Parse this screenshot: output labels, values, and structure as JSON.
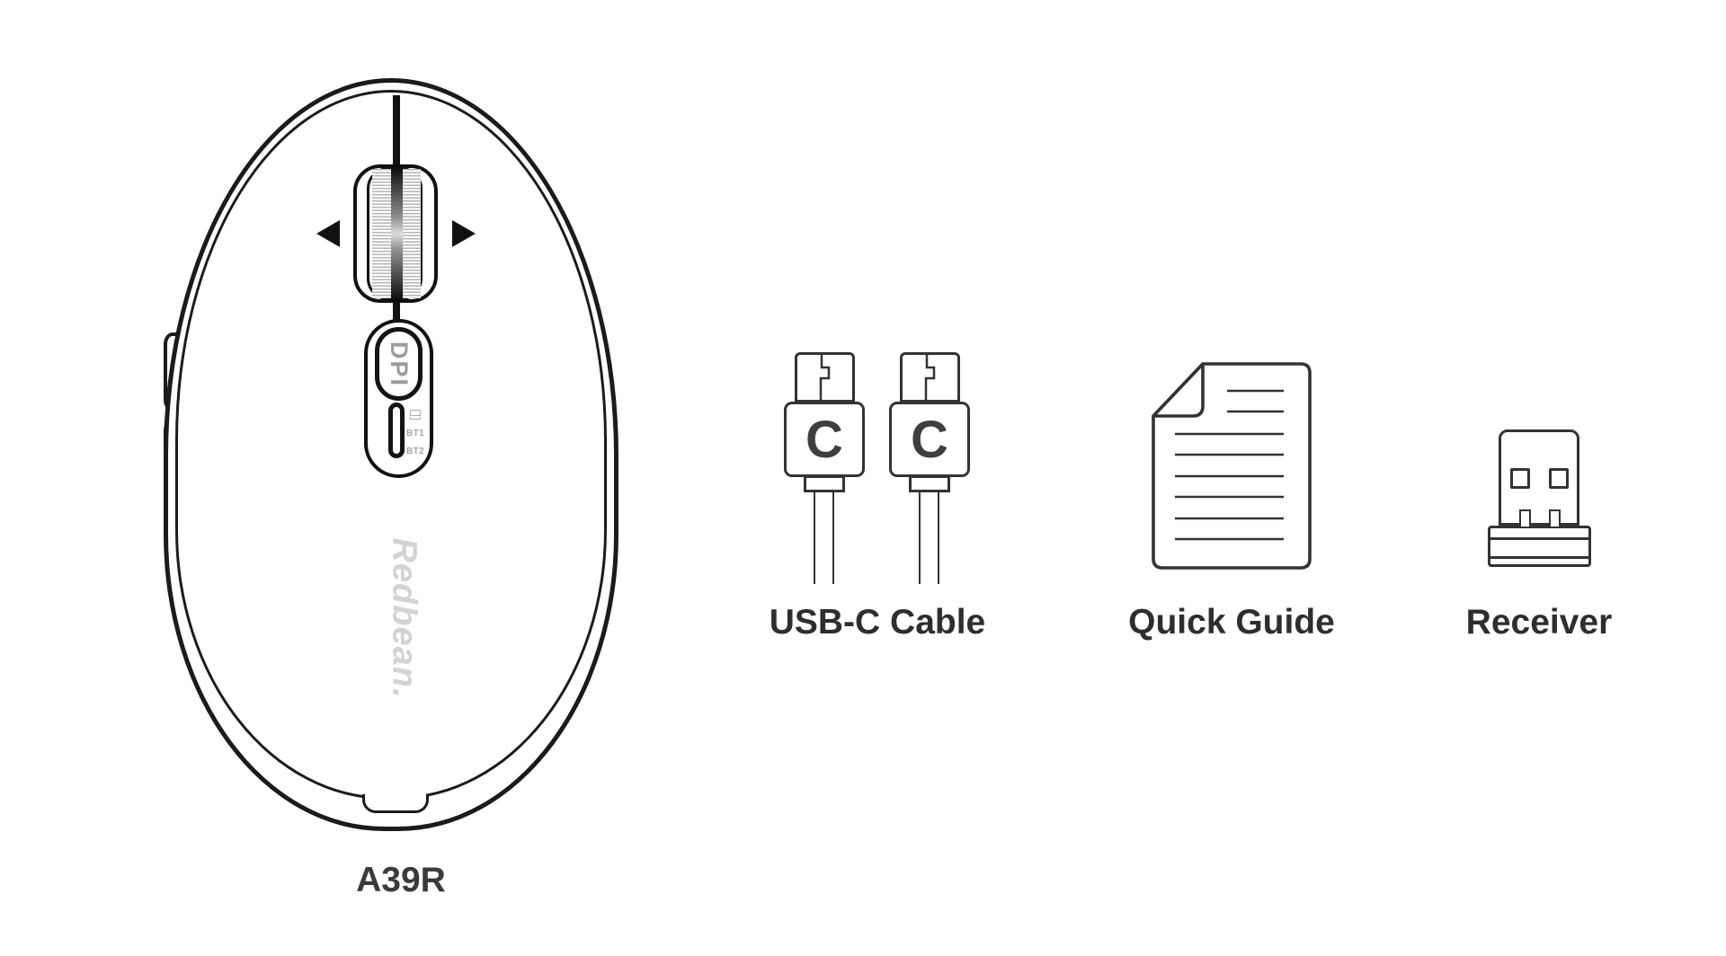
{
  "diagram_title": "mouse-package-contents",
  "colors": {
    "background": "#ffffff",
    "mouse_outline": "#1b1b1b",
    "item_outline": "#333333",
    "label_text": "#2e2e2e",
    "muted_gray": "#a6a6a6",
    "dpi_text": "#9c9c9c",
    "logo_gray": "#d3d3d3"
  },
  "mouse": {
    "model_label": "A39R",
    "brand_logo": "Redbean.",
    "dpi_button_label": "DPI",
    "mode_switch": {
      "labels": [
        "BT1",
        "BT2"
      ]
    }
  },
  "box_items": {
    "usb_cable": {
      "label": "USB-C Cable",
      "connectors": [
        {
          "letter": "C"
        },
        {
          "letter": "C"
        }
      ]
    },
    "quick_guide": {
      "label": "Quick Guide"
    },
    "receiver": {
      "label": "Receiver"
    }
  }
}
